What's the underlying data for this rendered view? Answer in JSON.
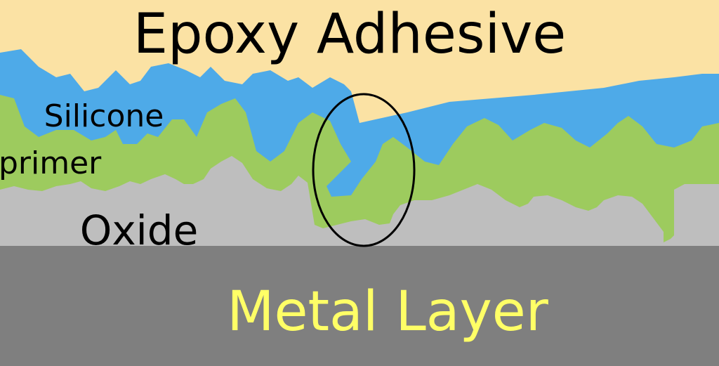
{
  "layers": {
    "epoxy": {
      "label": "Epoxy Adhesive",
      "fill": "#FBE2A4"
    },
    "primer": {
      "label_line1": "Silicone",
      "label_line2": "primer",
      "fill": "#4EAAE8"
    },
    "silicone_green": {
      "fill": "#9DCB5E"
    },
    "oxide": {
      "label": "Oxide",
      "fill": "#BEBEBE"
    },
    "metal": {
      "label": "Metal Layer",
      "fill": "#7F7F7F",
      "text_color": "#FFFF66"
    }
  },
  "highlight": {
    "stroke": "#000000"
  }
}
